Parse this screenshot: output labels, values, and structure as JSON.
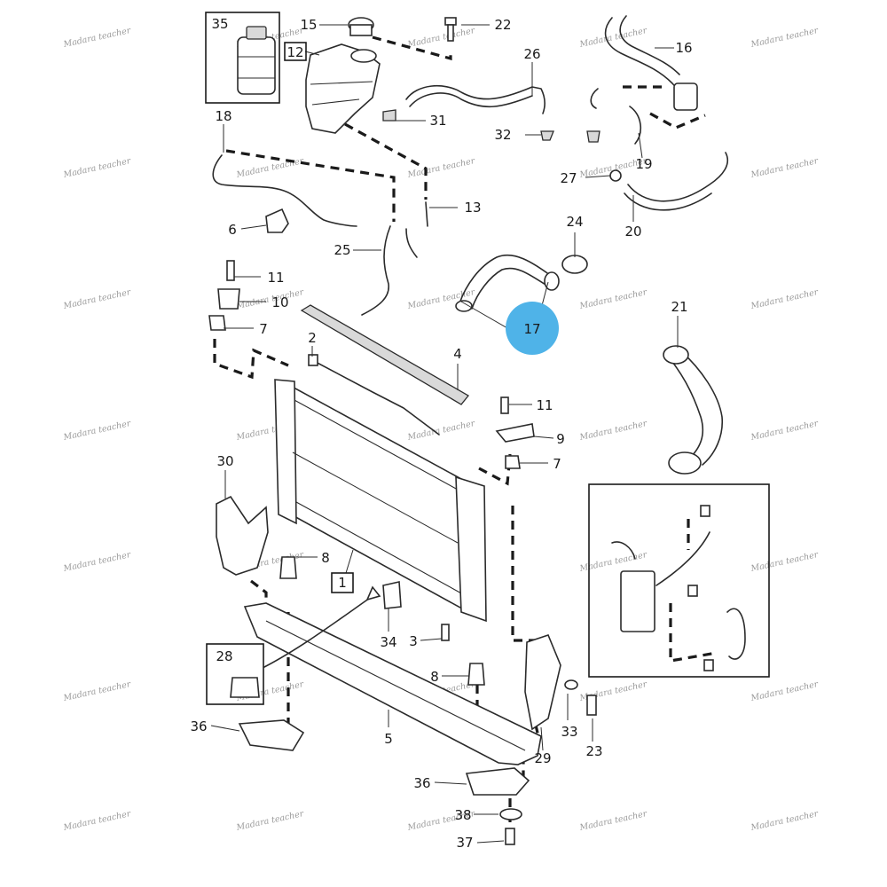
{
  "highlight": {
    "number": "17",
    "color": "#4fb3e8"
  },
  "colors": {
    "line": "#2b2b2b",
    "watermark": "#9a9a9a"
  },
  "watermark_text": "Madara teacher",
  "callouts": {
    "c35": "35",
    "c15": "15",
    "c22": "22",
    "c12": "12",
    "c16": "16",
    "c26": "26",
    "c18": "18",
    "c31": "31",
    "c32": "32",
    "c27": "27",
    "c19": "19",
    "c13": "13",
    "c6": "6",
    "c24": "24",
    "c20": "20",
    "c25": "25",
    "c11a": "11",
    "c10": "10",
    "c7a": "7",
    "c21": "21",
    "c2": "2",
    "c4": "4",
    "c11b": "11",
    "c9": "9",
    "c7b": "7",
    "c30": "30",
    "c8a": "8",
    "c1": "1",
    "c34": "34",
    "c3": "3",
    "c28": "28",
    "c8b": "8",
    "c33": "33",
    "c23": "23",
    "c36a": "36",
    "c5": "5",
    "c29": "29",
    "c36b": "36",
    "c38": "38",
    "c37": "37"
  }
}
